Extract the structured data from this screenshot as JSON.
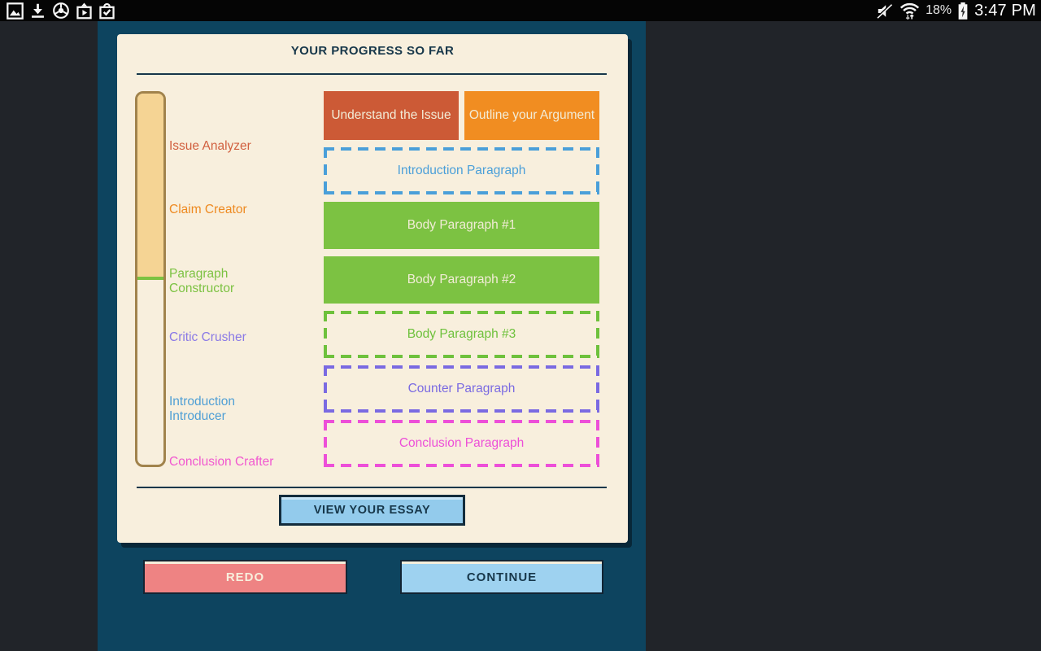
{
  "status_bar": {
    "left_icons": [
      "gallery-icon",
      "download-icon",
      "chrome-icon",
      "play-store-icon",
      "purchases-check-icon"
    ],
    "right_icons": [
      "volume-muted-icon",
      "wifi-icon",
      "battery-charging-icon"
    ],
    "battery_percent": "18%",
    "time": "3:47 PM"
  },
  "progress_card": {
    "title": "YOUR PROGRESS SO FAR",
    "stage_labels": [
      {
        "label": "Issue Analyzer",
        "color": "#d1603f"
      },
      {
        "label": "Claim Creator",
        "color": "#ee8a21"
      },
      {
        "label": "Paragraph Constructor",
        "color": "#7cc242"
      },
      {
        "label": "Critic Crusher",
        "color": "#8a79e6"
      },
      {
        "label": "Introduction Introducer",
        "color": "#4f9fd5"
      },
      {
        "label": "Conclusion Crafter",
        "color": "#f158d0"
      }
    ],
    "blocks": [
      {
        "label": "Understand the Issue",
        "state": "complete",
        "color": "#cc5a36"
      },
      {
        "label": "Outline your Argument",
        "state": "complete",
        "color": "#f18d21"
      },
      {
        "label": "Introduction Paragraph",
        "state": "incomplete",
        "color": "#4a9fd9"
      },
      {
        "label": "Body Paragraph #1",
        "state": "complete",
        "color": "#7cc242"
      },
      {
        "label": "Body Paragraph #2",
        "state": "complete",
        "color": "#7cc242"
      },
      {
        "label": "Body Paragraph #3",
        "state": "incomplete",
        "color": "#6ec13c"
      },
      {
        "label": "Counter Paragraph",
        "state": "incomplete",
        "color": "#7a6ae2"
      },
      {
        "label": "Conclusion Paragraph",
        "state": "incomplete",
        "color": "#ed4fd8"
      }
    ],
    "view_essay_button": "VIEW YOUR ESSAY"
  },
  "footer": {
    "redo_button": "REDO",
    "continue_button": "CONTINUE"
  },
  "colors": {
    "screen_background": "#212429",
    "panel_background": "#0d445f",
    "card_background": "#f8efdd",
    "title_text": "#17374a",
    "meter_border": "#a1834c",
    "meter_fill": "#f5d494",
    "meter_marker": "#7cc242",
    "redo_button": "#ee8383",
    "continue_button": "#9ed2f0",
    "view_button": "#93cbec"
  }
}
